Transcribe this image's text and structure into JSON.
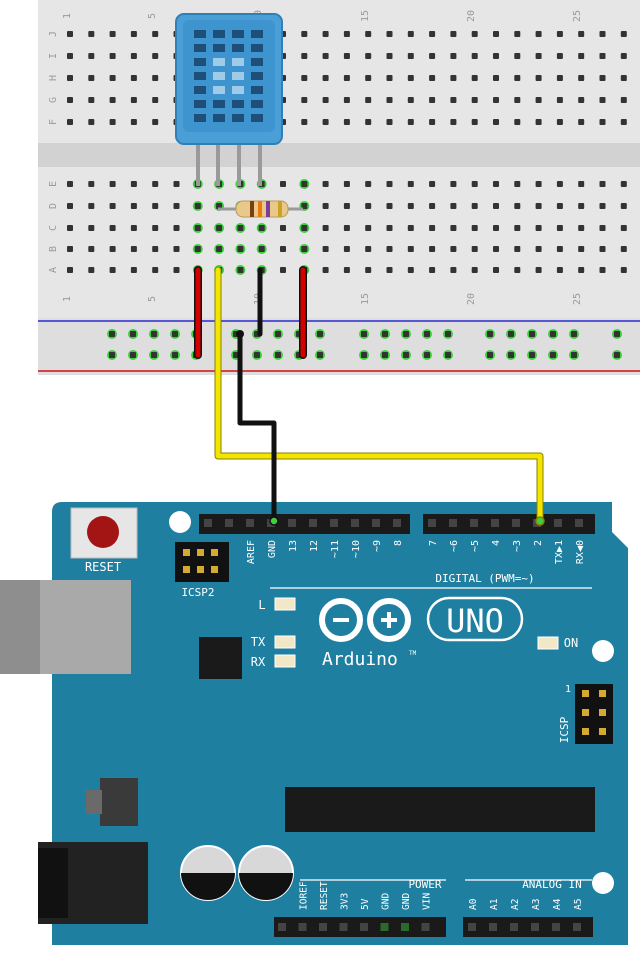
{
  "breadboard": {
    "column_numbers": [
      "1",
      "5",
      "10",
      "15",
      "20",
      "25"
    ],
    "row_letters_top": [
      "J",
      "I",
      "H",
      "G",
      "F"
    ],
    "row_letters_bottom": [
      "E",
      "D",
      "C",
      "B",
      "A"
    ]
  },
  "arduino": {
    "reset_label": "RESET",
    "icsp2_label": "ICSP2",
    "icsp_label": "ICSP",
    "icsp_pin1": "1",
    "digital_pins_left": [
      "AREF",
      "GND",
      "13",
      "12",
      "~11",
      "~10",
      "~9",
      "8"
    ],
    "digital_pins_right": [
      "7",
      "~6",
      "~5",
      "4",
      "~3",
      "2",
      "TX▶1",
      "RX◀0"
    ],
    "digital_label": "DIGITAL (PWM=~)",
    "led_l_label": "L",
    "led_tx_label": "TX",
    "led_rx_label": "RX",
    "on_label": "ON",
    "brand": "Arduino",
    "brand_tm": "TM",
    "model": "UNO",
    "power_pins": [
      "IOREF",
      "RESET",
      "3V3",
      "5V",
      "GND",
      "GND",
      "VIN"
    ],
    "power_label": "POWER",
    "analog_pins": [
      "A0",
      "A1",
      "A2",
      "A3",
      "A4",
      "A5"
    ],
    "analog_label": "ANALOG IN"
  },
  "colors": {
    "board": "#1f7fa0",
    "board_dark": "#176a86",
    "sensor": "#4a9fd6",
    "wire_red": "#d40000",
    "wire_yellow": "#f2e500",
    "wire_black": "#111111",
    "hole_green": "#3fcf3f",
    "rail_blue": "#2a2ad0",
    "rail_red": "#d01010"
  }
}
